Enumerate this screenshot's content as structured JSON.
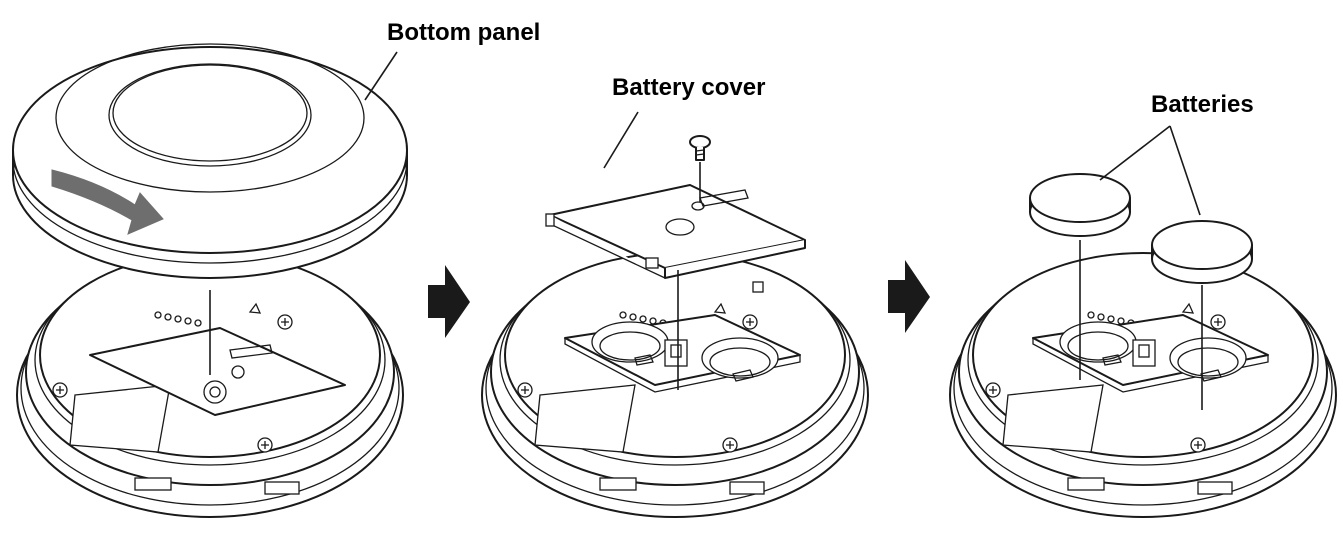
{
  "labels": {
    "bottom_panel": "Bottom panel",
    "battery_cover": "Battery cover",
    "batteries": "Batteries"
  },
  "steps": [
    {
      "id": 1,
      "icon": "arrow-rotate-icon"
    },
    {
      "id": 2,
      "icon": "screw-icon"
    },
    {
      "id": 3,
      "icon": "coin-battery-icon"
    }
  ],
  "colors": {
    "line": "#1a1a1a",
    "arrow": "#1a1a1a",
    "rotate_arrow": "#6e6e6e",
    "background": "#ffffff"
  }
}
